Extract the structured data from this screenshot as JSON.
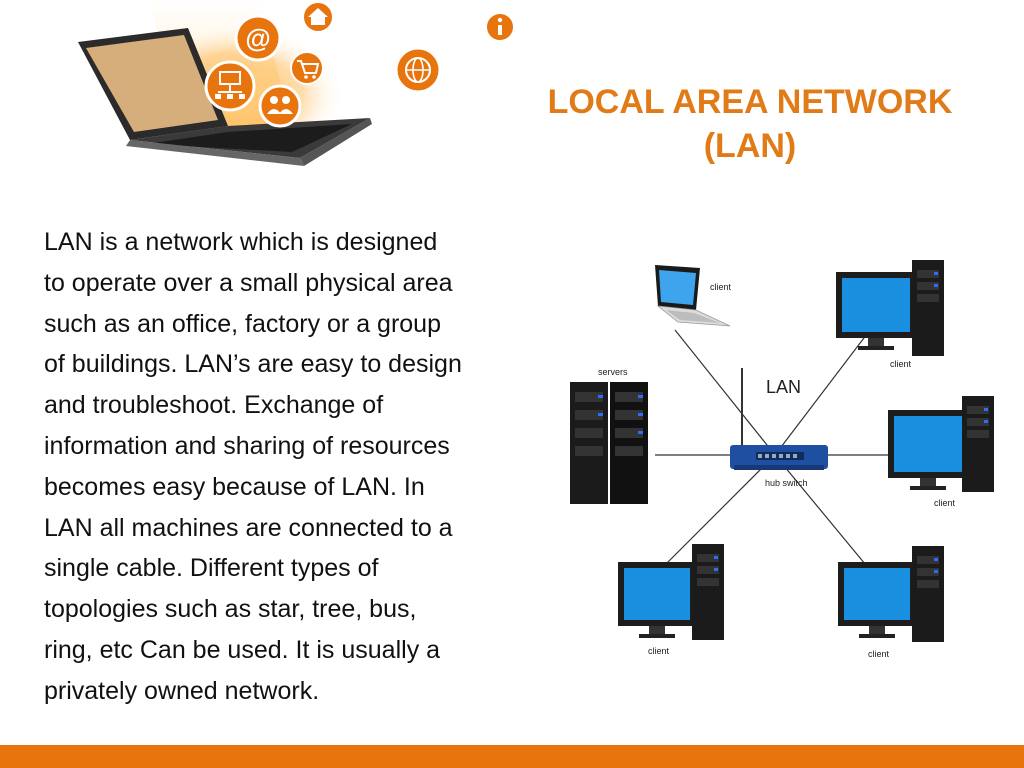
{
  "slide": {
    "title_line1": "LOCAL AREA NETWORK",
    "title_line2": "(LAN)",
    "body_lines": [
      "LAN is a network which is designed",
      "to operate over a small physical area",
      "such as an office, factory or a group",
      "of buildings. LAN’s are easy to design",
      "and troubleshoot. Exchange of",
      "information and sharing of resources",
      "becomes easy because of LAN. In",
      "LAN all machines are connected to a",
      "single cable. Different types of",
      "topologies such as star, tree, bus,",
      "ring, etc Can be used. It is usually a",
      "privately owned network."
    ]
  },
  "diagram": {
    "center_label": "LAN",
    "switch_label": "hub switch",
    "servers_label": "servers",
    "client_laptop_label": "client",
    "client_top_right_label": "client",
    "client_right_label": "client",
    "client_bottom_left_label": "client",
    "client_bottom_right_label": "client"
  },
  "header_art": {
    "icons": [
      "at-sign-icon",
      "home-icon",
      "info-icon",
      "cart-icon",
      "screen-network-icon",
      "globe-icon",
      "users-icon"
    ]
  },
  "colors": {
    "title": "#e07b18",
    "footer": "#e8740e",
    "text": "#111111",
    "icon_orange": "#e8740e",
    "screen_blue": "#1a8fe0",
    "switch_blue": "#1f4fa0"
  }
}
